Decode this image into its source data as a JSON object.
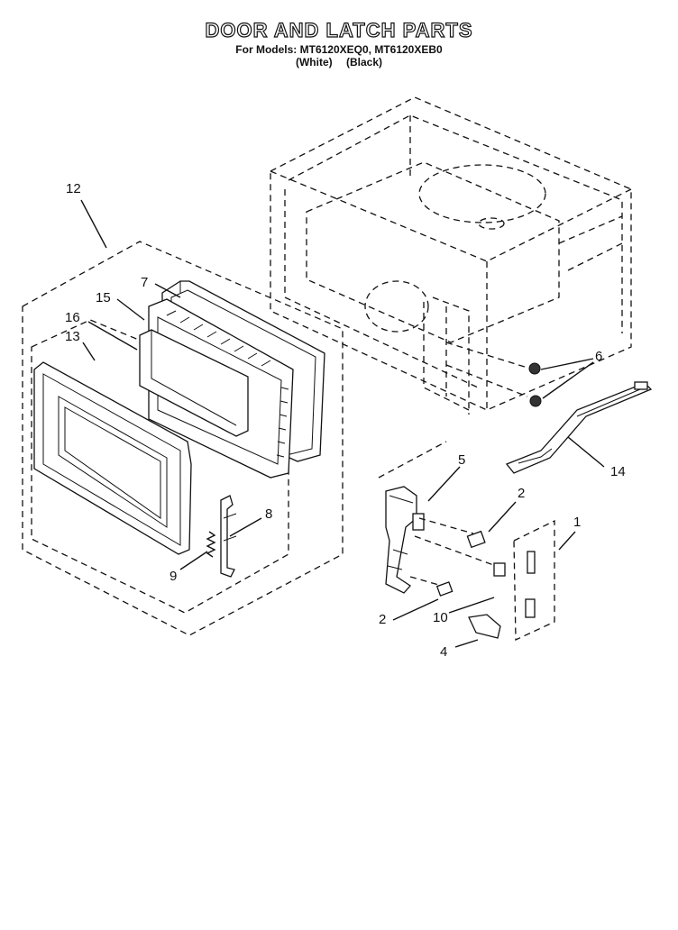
{
  "header": {
    "title": "DOOR AND LATCH PARTS",
    "models": "For Models: MT6120XEQ0, MT6120XEB0",
    "variant_white": "(White)",
    "variant_black": "(Black)"
  },
  "callouts": {
    "c1": "1",
    "c2a": "2",
    "c2b": "2",
    "c4": "4",
    "c5": "5",
    "c6": "6",
    "c7": "7",
    "c8": "8",
    "c9": "9",
    "c10": "10",
    "c12": "12",
    "c13": "13",
    "c14": "14",
    "c15": "15",
    "c16": "16"
  }
}
